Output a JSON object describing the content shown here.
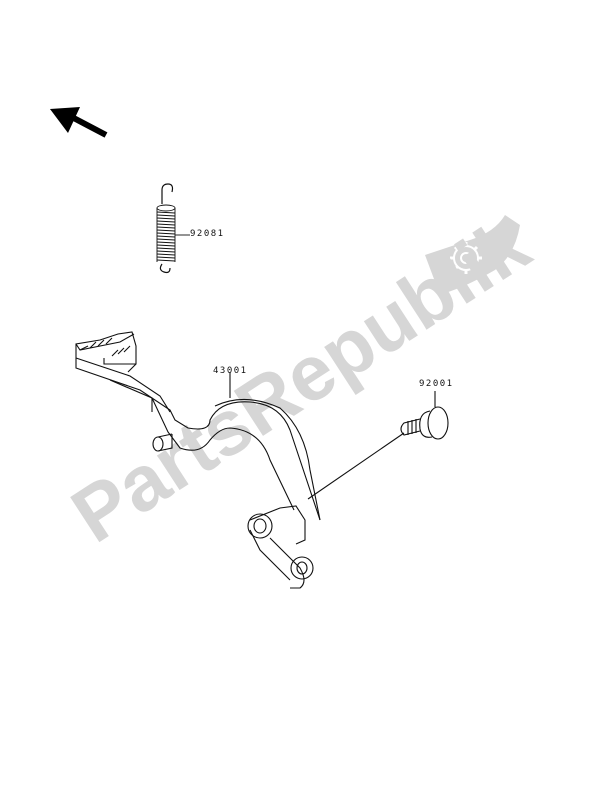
{
  "diagram": {
    "type": "exploded-parts-diagram",
    "subject": "Brake pedal assembly",
    "orientation_arrow": "arrow-up-left",
    "parts": [
      {
        "id": "spring",
        "part_number": "92081",
        "description": "Return spring"
      },
      {
        "id": "pedal",
        "part_number": "43001",
        "description": "Brake pedal"
      },
      {
        "id": "bolt",
        "part_number": "92001",
        "description": "Flanged bolt"
      }
    ]
  },
  "watermark": {
    "text": "PartsRepublik",
    "color": "#d9d9d9",
    "icon": "gear-icon"
  },
  "colors": {
    "line": "#111111",
    "background": "#ffffff",
    "watermark": "#d4d4d4"
  }
}
